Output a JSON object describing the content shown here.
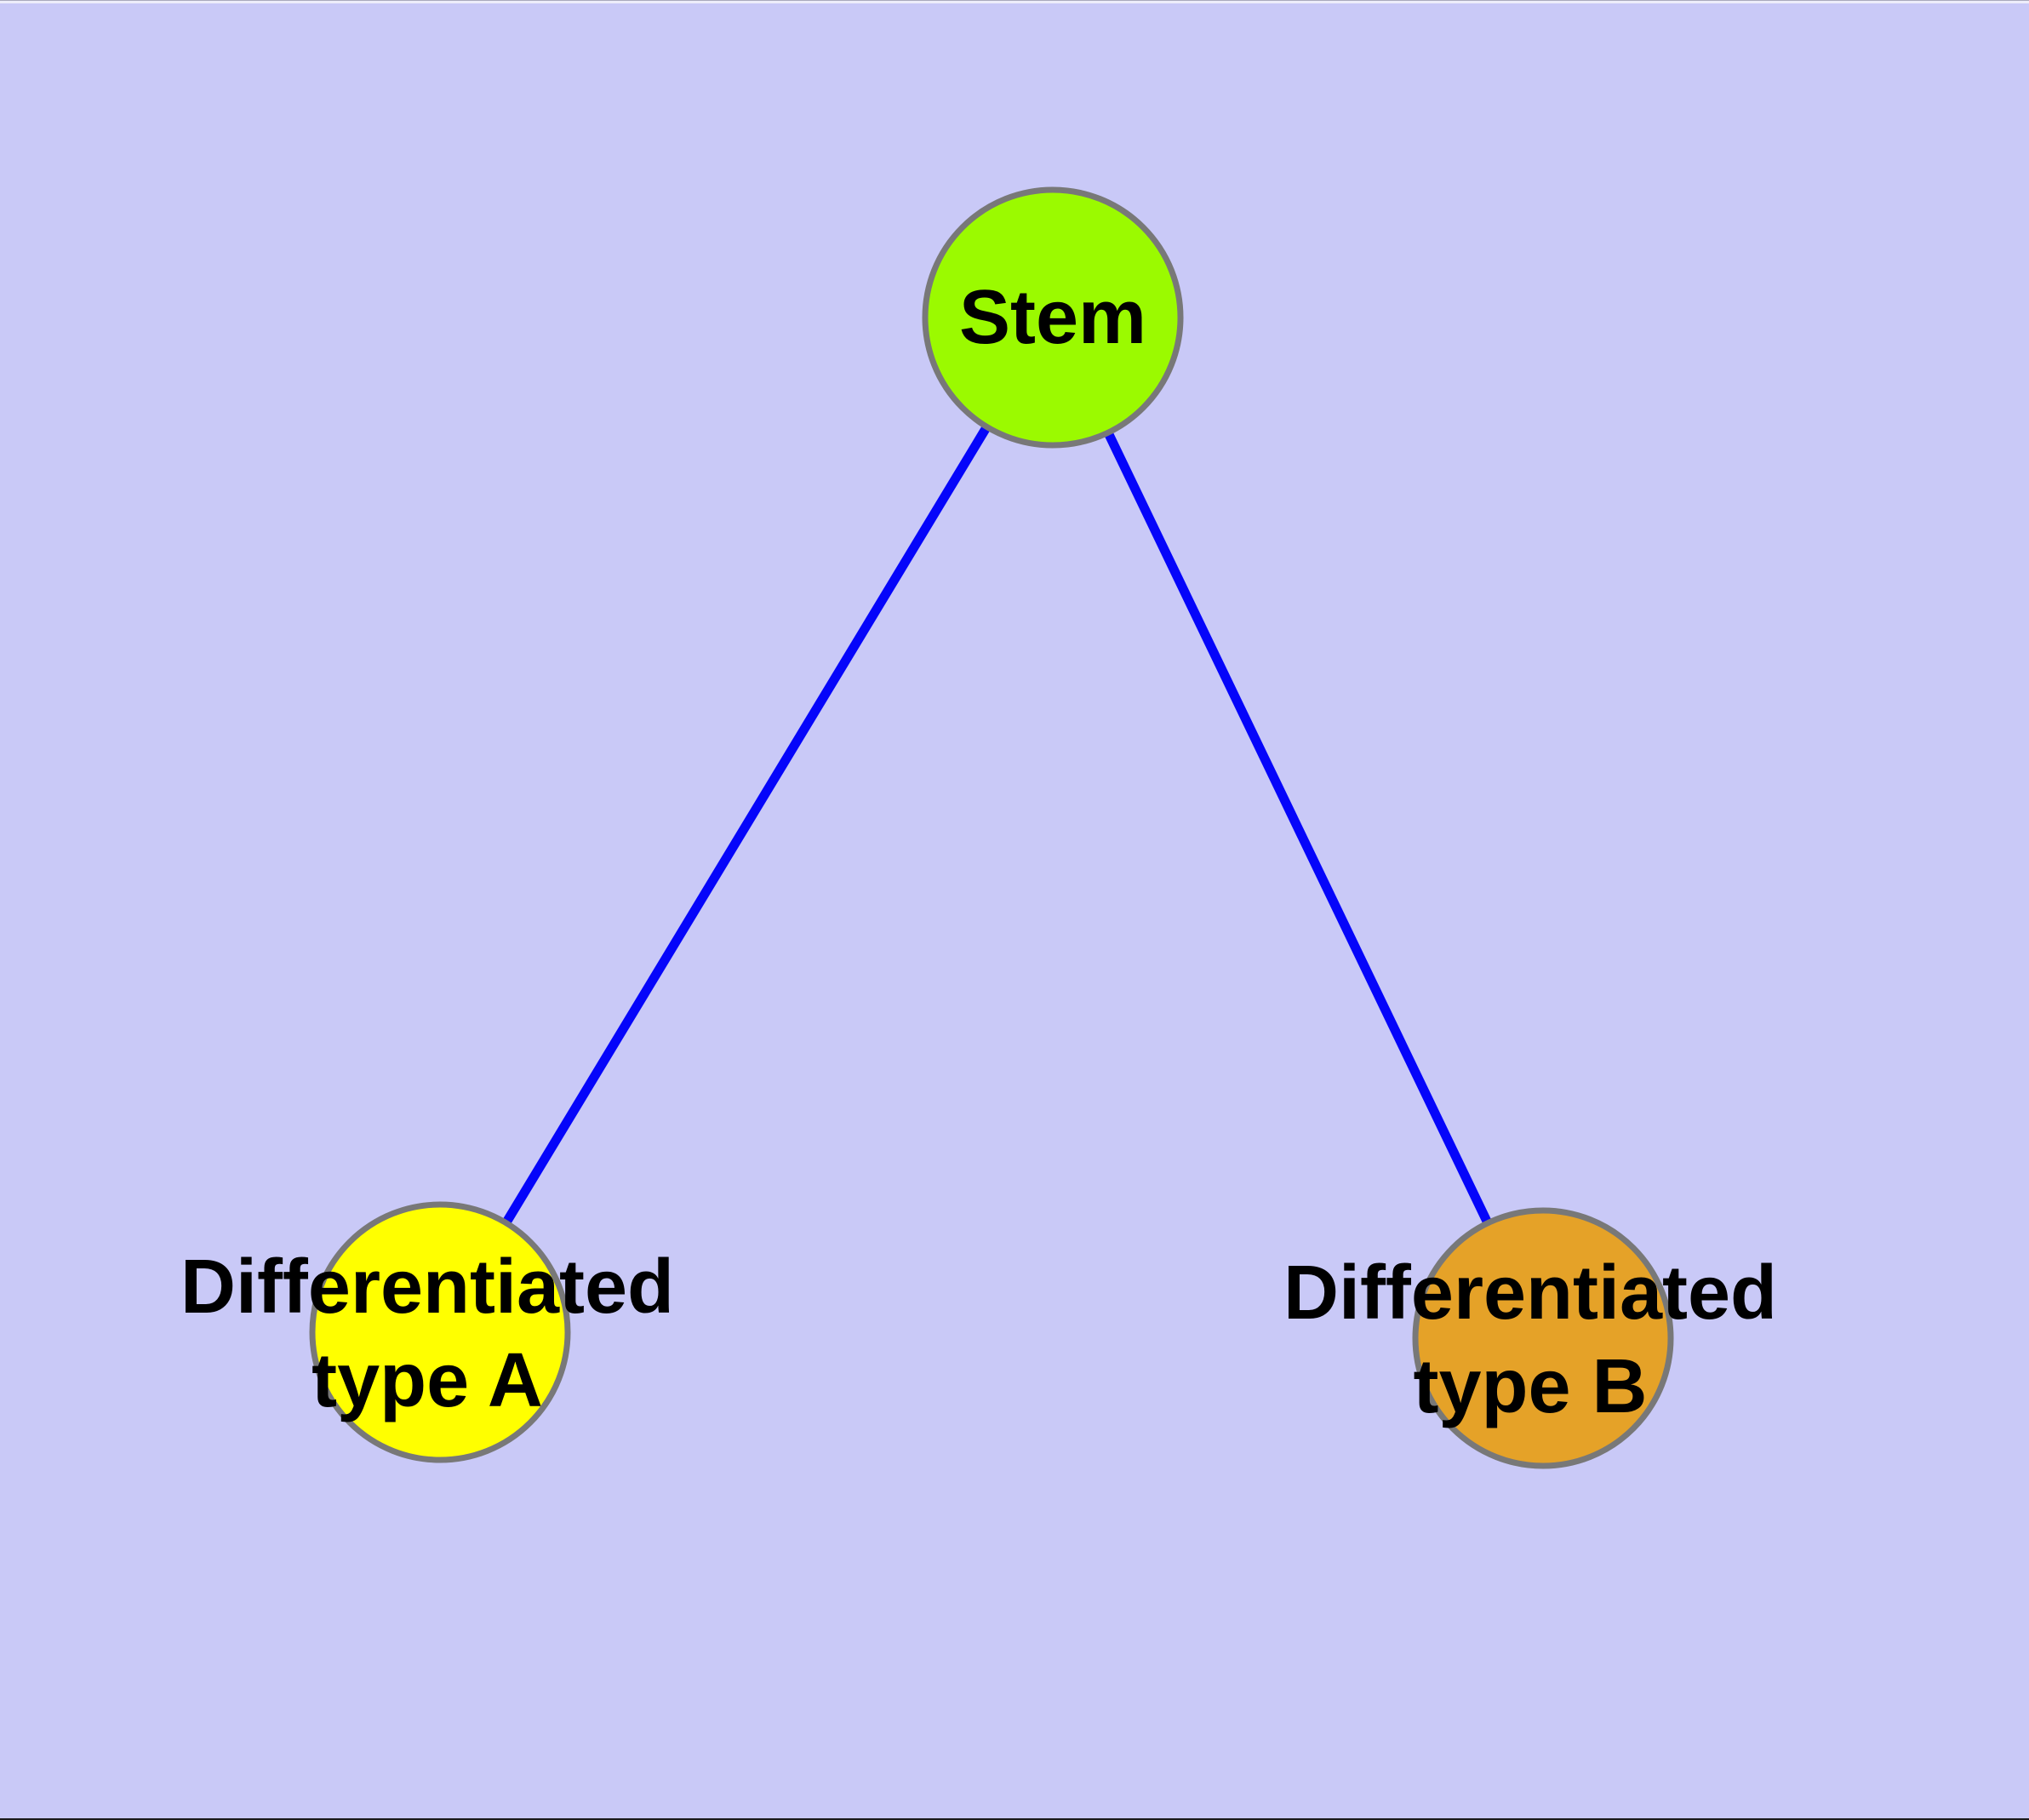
{
  "canvas": {
    "background": "#C9C9F7",
    "top_strip_color": "#EDEDFA",
    "bottom_strip_color": "#1A1A1A"
  },
  "edges": {
    "color": "#0505FA"
  },
  "nodes": {
    "stem": {
      "label": "Stem",
      "fill": "#9BFA00",
      "border": "#787878"
    },
    "type_a": {
      "label_line1": "Differentiated",
      "label_line2": "type A",
      "fill": "#FFFF00",
      "border": "#787878"
    },
    "type_b": {
      "label_line1": "Differentiated",
      "label_line2": "type B",
      "fill": "#E5A228",
      "border": "#787878"
    }
  }
}
